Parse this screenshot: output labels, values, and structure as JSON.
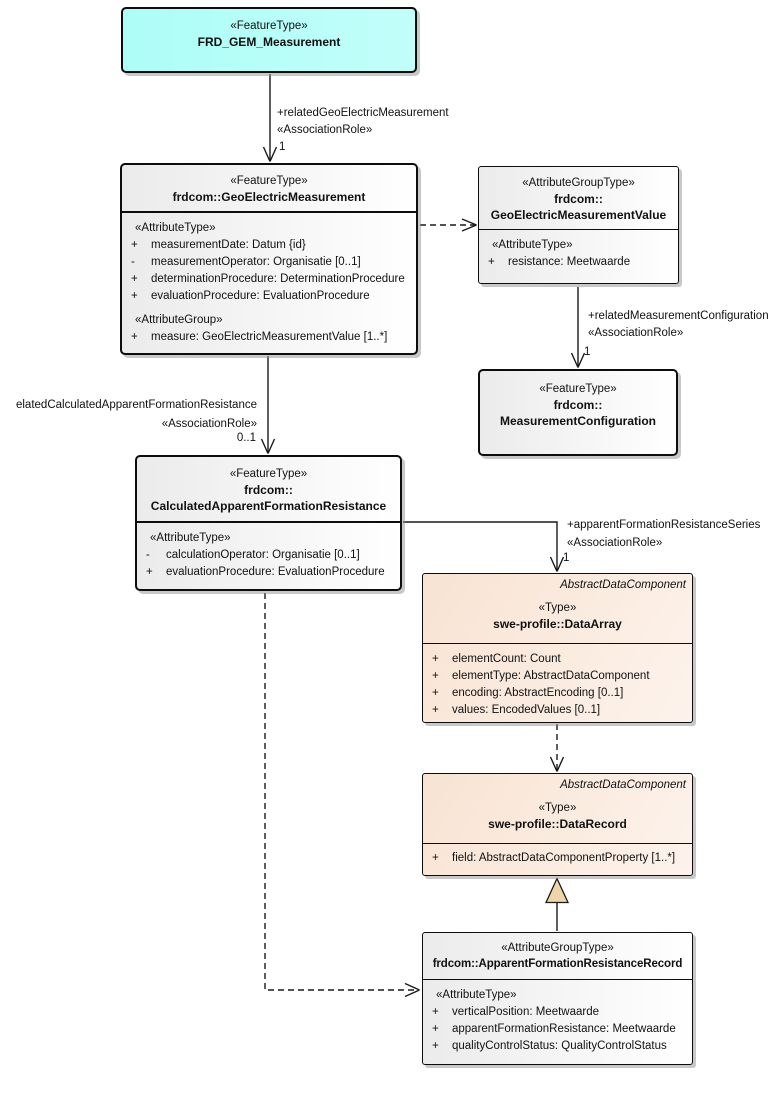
{
  "diagram_title": "FRD GEM Measurement UML class diagram",
  "colors": {
    "feature_fill": "#adfdf7",
    "class_fill_gray": "#ebebeb",
    "class_fill_peach": "#f8e3d2",
    "border": "#0d0d0d",
    "generalization_triangle_fill": "#efd5a9",
    "shadow": "#919191"
  },
  "classes": {
    "frd_gem": {
      "stereotype": "«FeatureType»",
      "name": "FRD_GEM_Measurement"
    },
    "gem": {
      "stereotype": "«FeatureType»",
      "name": "frdcom::GeoElectricMeasurement",
      "attr_type_label": "«AttributeType»",
      "attrs": [
        {
          "vis": "+",
          "text": "measurementDate: Datum {id}"
        },
        {
          "vis": "-",
          "text": "measurementOperator: Organisatie [0..1]"
        },
        {
          "vis": "+",
          "text": "determinationProcedure: DeterminationProcedure"
        },
        {
          "vis": "+",
          "text": "evaluationProcedure: EvaluationProcedure"
        }
      ],
      "attr_group_label": "«AttributeGroup»",
      "group_attrs": [
        {
          "vis": "+",
          "text": "measure: GeoElectricMeasurementValue [1..*]"
        }
      ]
    },
    "gemv": {
      "stereotype": "«AttributeGroupType»",
      "name_line1": "frdcom::",
      "name_line2": "GeoElectricMeasurementValue",
      "attr_type_label": "«AttributeType»",
      "attrs": [
        {
          "vis": "+",
          "text": "resistance: Meetwaarde"
        }
      ]
    },
    "mc": {
      "stereotype": "«FeatureType»",
      "name_line1": "frdcom::",
      "name_line2": "MeasurementConfiguration"
    },
    "cafr": {
      "stereotype": "«FeatureType»",
      "name_line1": "frdcom::",
      "name_line2": "CalculatedApparentFormationResistance",
      "attr_type_label": "«AttributeType»",
      "attrs": [
        {
          "vis": "-",
          "text": "calculationOperator: Organisatie [0..1]"
        },
        {
          "vis": "+",
          "text": "evaluationProcedure: EvaluationProcedure"
        }
      ]
    },
    "data_array": {
      "parent": "AbstractDataComponent",
      "stereotype": "«Type»",
      "name": "swe-profile::DataArray",
      "attrs": [
        {
          "vis": "+",
          "text": "elementCount: Count"
        },
        {
          "vis": "+",
          "text": "elementType: AbstractDataComponent"
        },
        {
          "vis": "+",
          "text": "encoding: AbstractEncoding [0..1]"
        },
        {
          "vis": "+",
          "text": "values: EncodedValues [0..1]"
        }
      ]
    },
    "data_record": {
      "parent": "AbstractDataComponent",
      "stereotype": "«Type»",
      "name": "swe-profile::DataRecord",
      "attrs": [
        {
          "vis": "+",
          "text": "field: AbstractDataComponentProperty [1..*]"
        }
      ]
    },
    "afrr": {
      "stereotype": "«AttributeGroupType»",
      "name": "frdcom::ApparentFormationResistanceRecord",
      "attr_type_label": "«AttributeType»",
      "attrs": [
        {
          "vis": "+",
          "text": "verticalPosition: Meetwaarde"
        },
        {
          "vis": "+",
          "text": "apparentFormationResistance: Meetwaarde"
        },
        {
          "vis": "+",
          "text": "qualityControlStatus: QualityControlStatus"
        }
      ]
    }
  },
  "connector_labels": {
    "related_gem": {
      "role": "+relatedGeoElectricMeasurement",
      "stereotype": "«AssociationRole»",
      "multiplicity": "1"
    },
    "related_mc": {
      "role": "+relatedMeasurementConfiguration",
      "stereotype": "«AssociationRole»",
      "multiplicity": "1"
    },
    "related_cafr": {
      "role": "elatedCalculatedApparentFormationResistance",
      "stereotype": "«AssociationRole»",
      "multiplicity": "0..1"
    },
    "afr_series": {
      "role": "+apparentFormationResistanceSeries",
      "stereotype": "«AssociationRole»",
      "multiplicity": "1"
    }
  }
}
